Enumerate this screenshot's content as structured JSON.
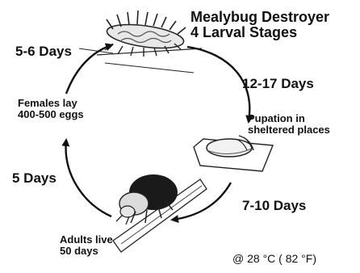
{
  "title": {
    "line1": "Mealybug Destroyer",
    "line2": "4 Larval Stages"
  },
  "stages": {
    "larva_to_pupa_duration": "12-17 Days",
    "pupation_line1": "Pupation in",
    "pupation_line2": "sheltered places",
    "pupa_to_adult_duration": "7-10 Days",
    "adult_line1": "Adults live",
    "adult_line2": "50 days",
    "adult_to_eggs_duration": "5 Days",
    "eggs_line1": "Females lay",
    "eggs_line2": "400-500 eggs",
    "eggs_to_larva_duration": "5-6 Days"
  },
  "temperature": "@ 28 °C ( 82 °F)"
}
